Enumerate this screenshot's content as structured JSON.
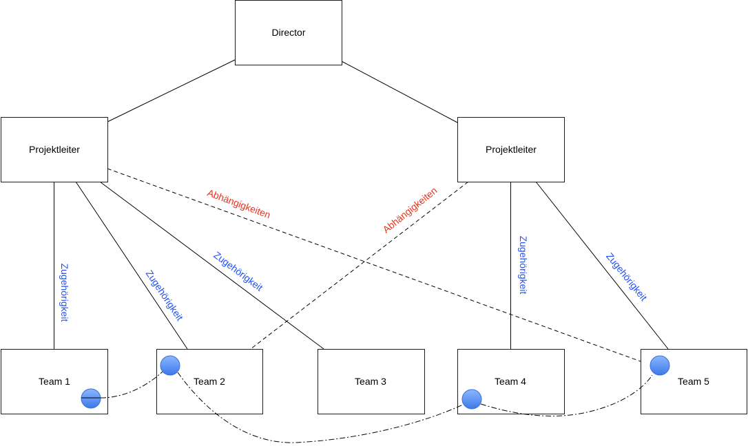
{
  "nodes": {
    "director": "Director",
    "pl_left": "Projektleiter",
    "pl_right": "Projektleiter",
    "team1": "Team 1",
    "team2": "Team 2",
    "team3": "Team 3",
    "team4": "Team 4",
    "team5": "Team 5"
  },
  "edge_labels": {
    "pl_left_team1": "Zugehörigkeit",
    "pl_left_team2": "Zugehörigkeit",
    "pl_left_team3": "Zugehörigkeit",
    "pl_right_team4": "Zugehörigkeit",
    "pl_right_team5": "Zugehörigkeit",
    "pl_left_team5": "Abhängigkeiten",
    "pl_right_team2": "Abhängigkeiten"
  },
  "colors": {
    "membership_label": "#1f4ff5",
    "dependency_label": "#e8321a",
    "marker_top": "#8ab8ff",
    "marker_bottom": "#3d78ea"
  }
}
